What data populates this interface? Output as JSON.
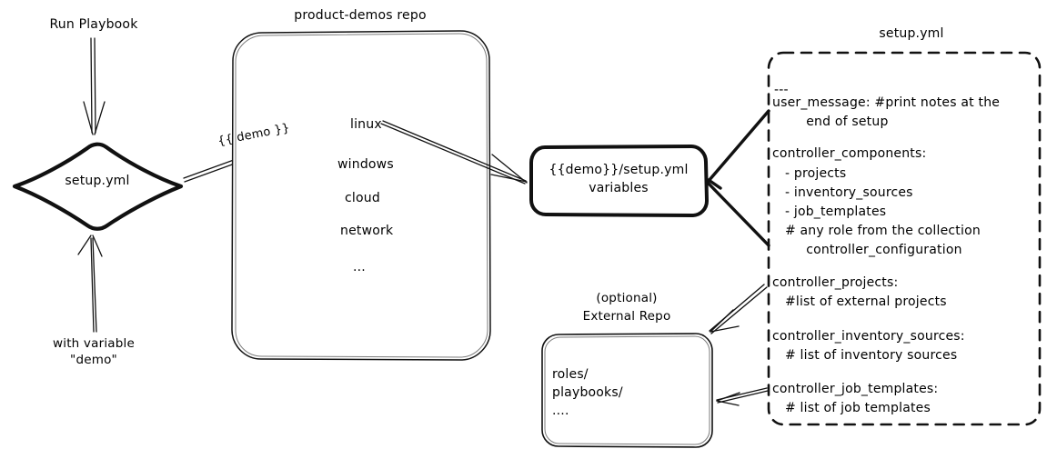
{
  "diagram": {
    "title": "Ansible product-demos setup.yml flow diagram",
    "stroke_color": "#111111",
    "background": "#ffffff"
  },
  "labels": {
    "run_playbook": "Run Playbook",
    "with_variable_line1": "with variable",
    "with_variable_line2": "\"demo\"",
    "demo_edge": "{{ demo }}"
  },
  "nodes": {
    "setup_diamond": {
      "name": "setup.yml",
      "text": "setup.yml"
    },
    "product_demos_repo": {
      "title": "product-demos repo",
      "items": [
        "linux",
        "windows",
        "cloud",
        "network",
        "..."
      ]
    },
    "variables_box": {
      "line1": "{{demo}}/setup.yml",
      "line2": "variables"
    },
    "external_repo": {
      "title_line1": "(optional)",
      "title_line2": "External Repo",
      "items": [
        "roles/",
        "playbooks/",
        "...."
      ]
    },
    "setup_yml_file": {
      "title": "setup.yml",
      "lines": [
        "---",
        "user_message: #print notes at the",
        "        end of setup",
        "",
        "controller_components:",
        "   - projects",
        "   - inventory_sources",
        "   - job_templates",
        "   # any role from the collection",
        "        controller_configuration",
        "",
        "controller_projects:",
        "   #list of external projects",
        "",
        "controller_inventory_sources:",
        "   # list of inventory sources",
        "",
        "controller_job_templates:",
        "   # list of job templates"
      ]
    }
  }
}
